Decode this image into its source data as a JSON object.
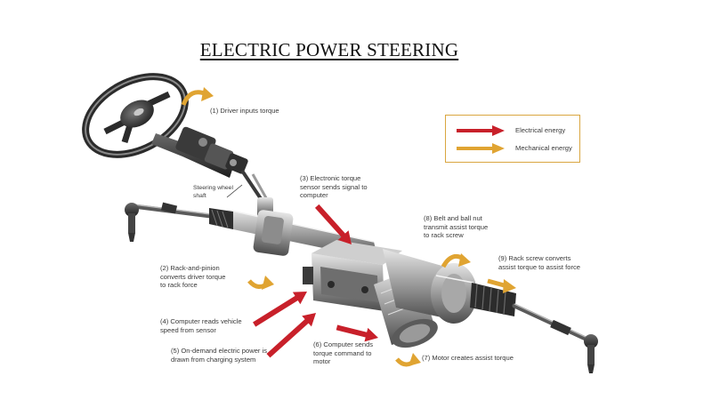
{
  "title": "ELECTRIC POWER STEERING",
  "legend": {
    "electrical": {
      "label": "Electrical energy",
      "color": "#c8202a"
    },
    "mechanical": {
      "label": "Mechanical energy",
      "color": "#e0a432"
    }
  },
  "labels": {
    "l1": "(1) Driver inputs torque",
    "steering_shaft_1": "Steering wheel",
    "steering_shaft_2": "shaft",
    "l2_1": "(2) Rack-and-pinion",
    "l2_2": "converts driver torque",
    "l2_3": "to rack force",
    "l3_1": "(3) Electronic torque",
    "l3_2": "sensor sends signal to",
    "l3_3": "computer",
    "l4_1": "(4) Computer reads vehicle",
    "l4_2": "speed from sensor",
    "l5_1": "(5) On-demand electric power is",
    "l5_2": "drawn from charging system",
    "l6_1": "(6) Computer sends",
    "l6_2": "torque command to",
    "l6_3": "motor",
    "l7": "(7) Motor creates assist torque",
    "l8_1": "(8) Belt and ball nut",
    "l8_2": "transmit assist torque",
    "l8_3": "to rack screw",
    "l9_1": "(9) Rack screw converts",
    "l9_2": "assist torque to assist force"
  }
}
